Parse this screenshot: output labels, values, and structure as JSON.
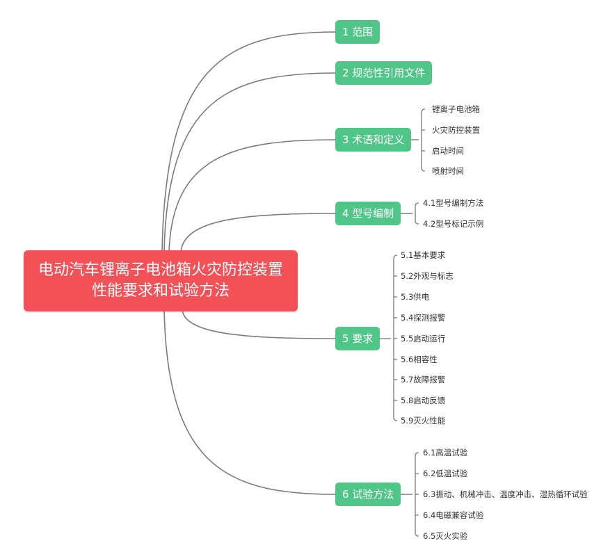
{
  "root": {
    "line1": "电动汽车锂离子电池箱火灾防控装置",
    "line2": "性能要求和试验方法"
  },
  "colors": {
    "root_fill": "#f25157",
    "branch_fill": "#4fc688",
    "connector": "#7a7a7a"
  },
  "branches": [
    {
      "label": "1 范围",
      "children": []
    },
    {
      "label": "2 规范性引用文件",
      "children": []
    },
    {
      "label": "3 术语和定义",
      "children": [
        "锂离子电池箱",
        "火灾防控装置",
        "启动时间",
        "喷射时间"
      ]
    },
    {
      "label": "4 型号编制",
      "children": [
        "4.1型号编制方法",
        "4.2型号标记示例"
      ]
    },
    {
      "label": "5 要求",
      "children": [
        "5.1基本要求",
        "5.2外观与标志",
        "5.3供电",
        "5.4探测报警",
        "5.5启动运行",
        "5.6相容性",
        "5.7故障报警",
        "5.8启动反馈",
        "5.9灭火性能"
      ]
    },
    {
      "label": "6 试验方法",
      "children": [
        "6.1高温试验",
        "6.2低温试验",
        "6.3振动、机械冲击、温度冲击、湿热循环试验",
        "6.4电磁兼容试验",
        "6.5灭火实验"
      ]
    }
  ]
}
